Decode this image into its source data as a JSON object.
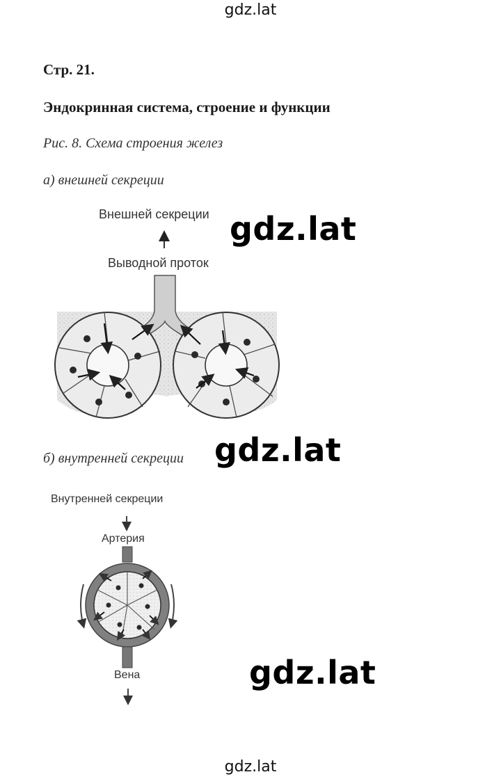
{
  "header": {
    "site": "gdz.lat"
  },
  "page": {
    "page_ref": "Стр. 21.",
    "section_title": "Эндокринная система, строение и функции",
    "figure_caption": "Рис. 8. Схема строения желез",
    "part_a": "а) внешней секреции",
    "part_b": "б) внутренней секреции"
  },
  "diagram_a": {
    "label_top": "Внешней секреции",
    "label_duct": "Выводной проток"
  },
  "diagram_b": {
    "label_top": "Внутренней секреции",
    "label_artery": "Артерия",
    "label_vein": "Вена"
  },
  "watermarks": {
    "text": "gdz.lat"
  },
  "footer": {
    "site": "gdz.lat"
  }
}
